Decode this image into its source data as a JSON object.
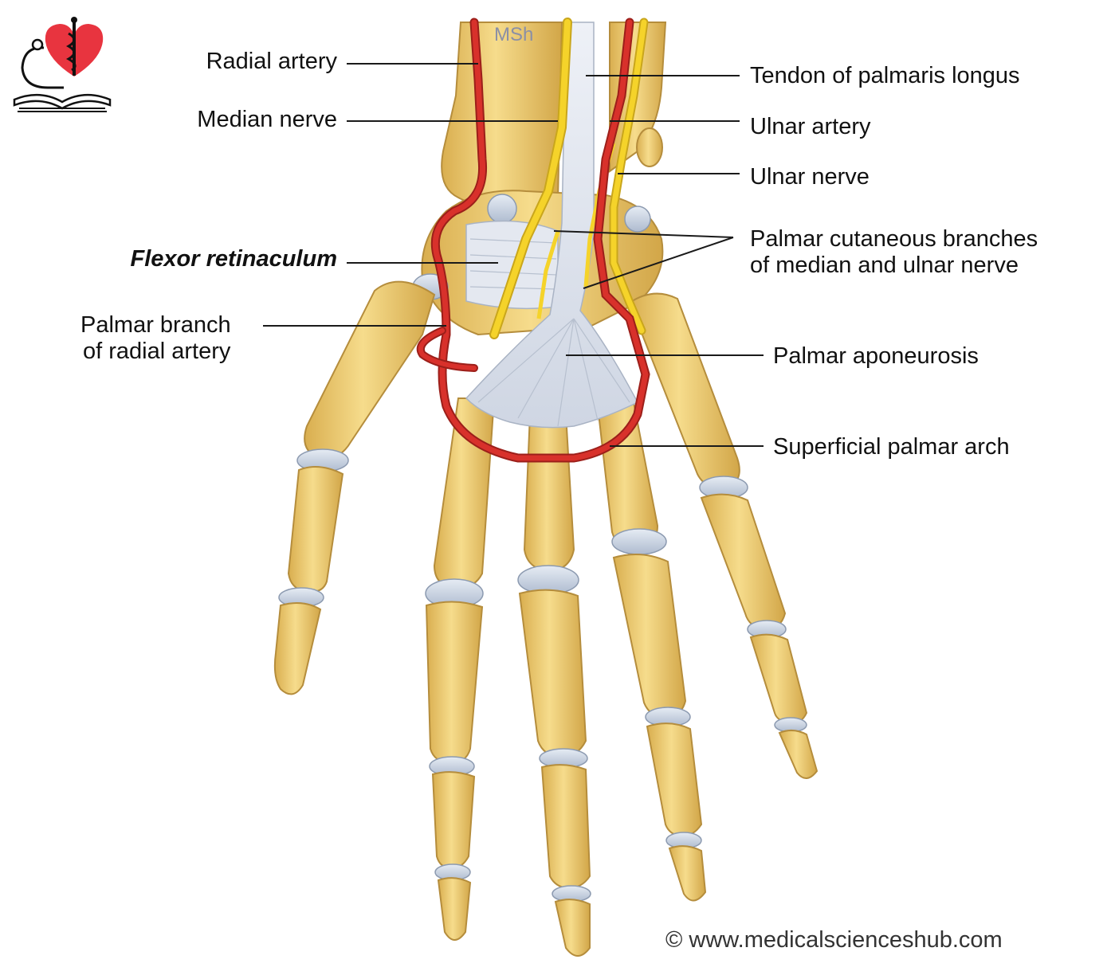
{
  "watermark": "MSh",
  "copyright": "© www.medicalscienceshub.com",
  "logo": {
    "icon": "heart-caduceus-stethoscope-book-logo"
  },
  "colors": {
    "bone": "#f0cf73",
    "bone_dark": "#c9a24a",
    "cartilage": "#c9d3e0",
    "artery": "#d8312b",
    "nerve": "#f5d32a",
    "aponeurosis": "#dfe4ee",
    "heart": "#e8343f"
  },
  "labels": {
    "radial_artery": "Radial artery",
    "median_nerve": "Median nerve",
    "flexor_retinaculum": "Flexor retinaculum",
    "palmar_branch_radial_artery": [
      "Palmar branch",
      "of radial artery"
    ],
    "tendon_palmaris_longus": "Tendon of palmaris longus",
    "ulnar_artery": "Ulnar artery",
    "ulnar_nerve": "Ulnar nerve",
    "palmar_cutaneous_branches": [
      "Palmar cutaneous branches",
      "of median and ulnar nerve"
    ],
    "palmar_aponeurosis": "Palmar aponeurosis",
    "superficial_palmar_arch": "Superficial palmar arch"
  }
}
